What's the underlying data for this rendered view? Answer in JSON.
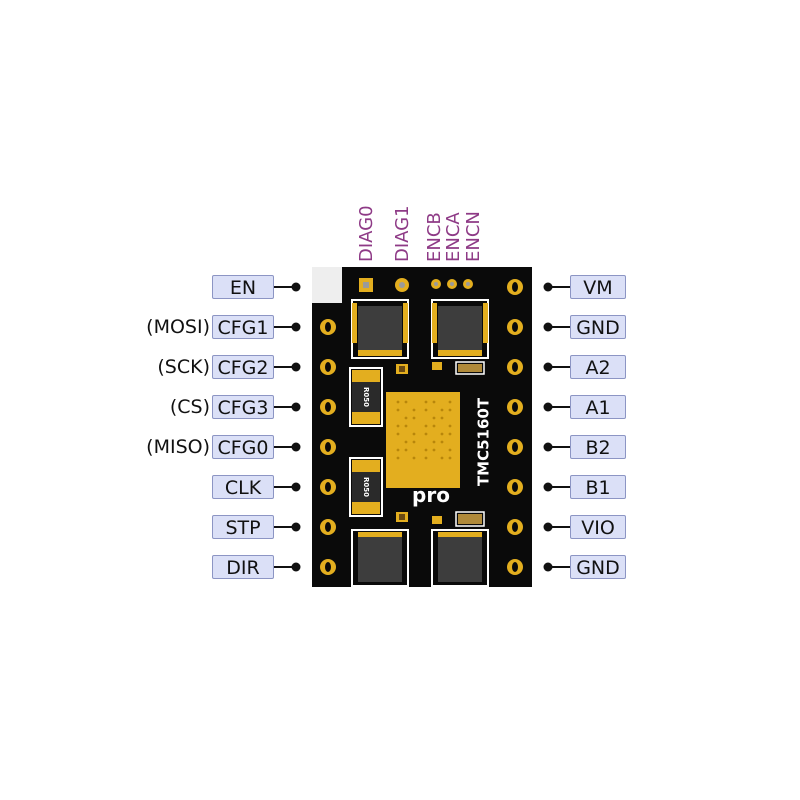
{
  "top_pins": [
    "DIAG0",
    "DIAG1",
    "ENCB",
    "ENCA",
    "ENCN"
  ],
  "left_pins": [
    {
      "label": "EN",
      "alt": ""
    },
    {
      "label": "CFG1",
      "alt": "(MOSI)"
    },
    {
      "label": "CFG2",
      "alt": "(SCK)"
    },
    {
      "label": "CFG3",
      "alt": "(CS)"
    },
    {
      "label": "CFG0",
      "alt": "(MISO)"
    },
    {
      "label": "CLK",
      "alt": ""
    },
    {
      "label": "STP",
      "alt": ""
    },
    {
      "label": "DIR",
      "alt": ""
    }
  ],
  "right_pins": [
    "VM",
    "GND",
    "A2",
    "A1",
    "B2",
    "B1",
    "VIO",
    "GND"
  ],
  "board": {
    "chip_name": "TMC5160T",
    "pro_label": "pro",
    "resistor_1": "R050",
    "resistor_2": "R050"
  },
  "colors": {
    "board": "#0a0a0a",
    "gold": "#e3ae1f",
    "label_fill": "#dbe0f7",
    "label_border": "#8c95c4",
    "top_label": "#8e3a86"
  }
}
